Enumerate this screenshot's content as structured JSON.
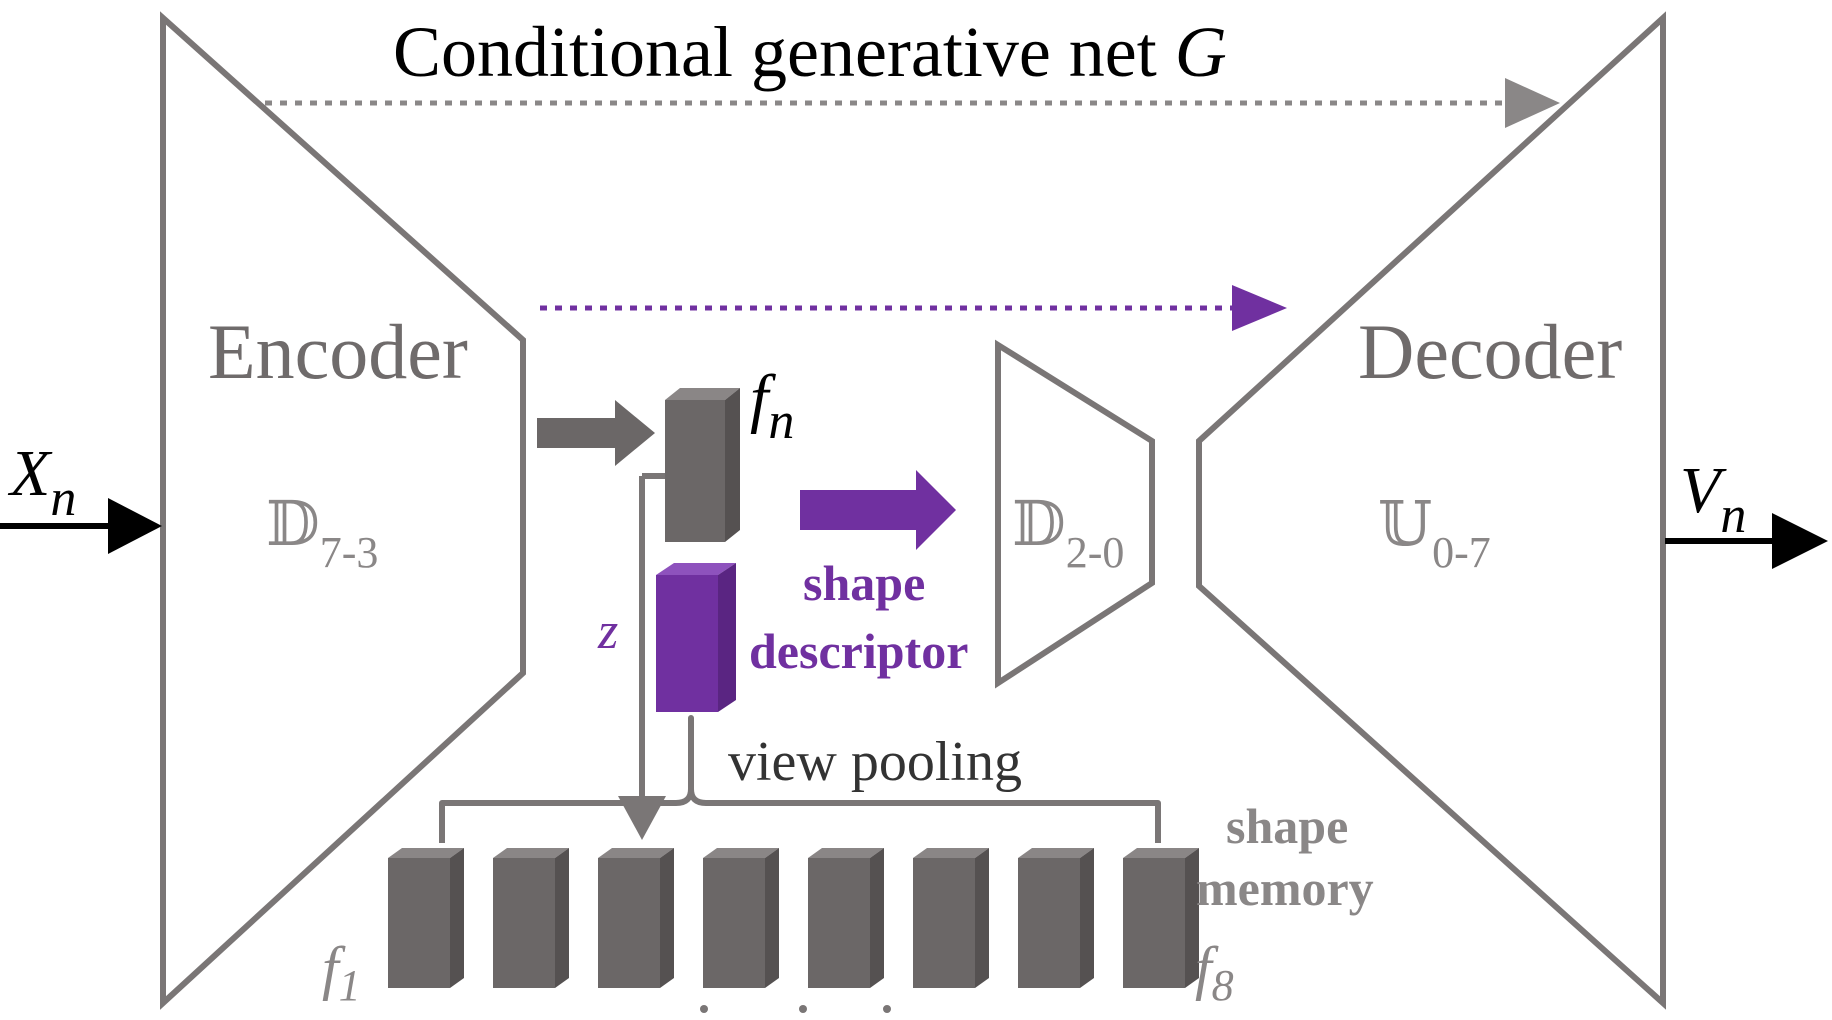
{
  "title": {
    "text": "Conditional generative net",
    "symbol": "G"
  },
  "encoder": {
    "label": "Encoder",
    "layer_symbol": "𝔻",
    "layer_range": "7-3"
  },
  "decoder": {
    "label": "Decoder",
    "layer_symbol": "𝕌",
    "layer_range": "0-7"
  },
  "shape_net": {
    "layer_symbol": "𝔻",
    "layer_range": "2-0"
  },
  "input": {
    "symbol": "X",
    "subscript": "n"
  },
  "output": {
    "symbol": "V",
    "subscript": "n"
  },
  "feature": {
    "symbol": "f",
    "subscript": "n"
  },
  "shape_code": {
    "symbol": "z",
    "label_line1": "shape",
    "label_line2": "descriptor"
  },
  "pooling_label": "view pooling",
  "memory": {
    "label_line1": "shape",
    "label_line2": "memory",
    "first": {
      "symbol": "f",
      "subscript": "1"
    },
    "last": {
      "symbol": "f",
      "subscript": "8"
    },
    "block_count": 8
  },
  "colors": {
    "outline": "#7a7676",
    "block": "#6b6767",
    "purple": "#7030a0",
    "text_gray": "#6f6b6b"
  }
}
